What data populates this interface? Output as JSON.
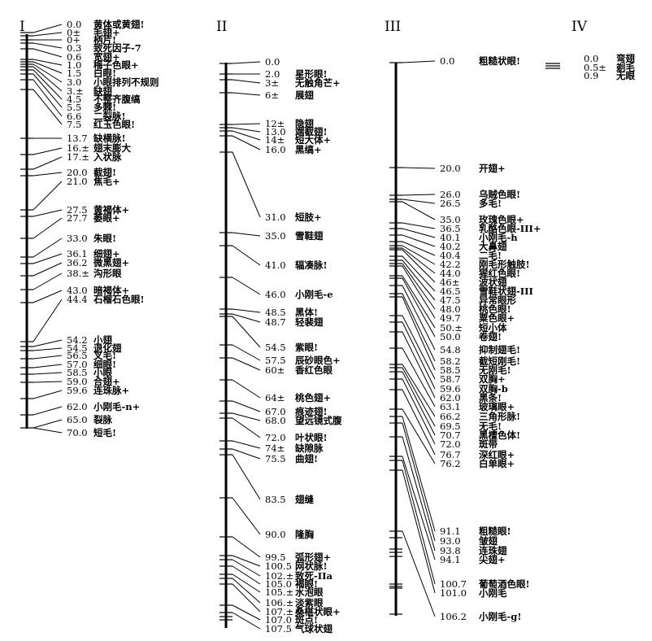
{
  "chromosomes": [
    {
      "numeral": "I",
      "loci": [
        {
          "pos": "0.0",
          "name": "黄体或黄翅!"
        },
        {
          "pos": "0±",
          "name": "毛翅+"
        },
        {
          "pos": "0+",
          "name": "柄片!"
        },
        {
          "pos": "0.3",
          "name": "致死因子-7"
        },
        {
          "pos": "0.6",
          "name": "宽翅+"
        },
        {
          "pos": "1.0",
          "name": "梅子色眼+"
        },
        {
          "pos": "1.5",
          "name": "白眼!"
        },
        {
          "pos": "3.0",
          "name": "小眼排列不规则"
        },
        {
          "pos": "3.±",
          "name": "缺翅"
        },
        {
          "pos": "4.5",
          "name": "不整齐腹缟"
        },
        {
          "pos": "5.5",
          "name": "多棘!"
        },
        {
          "pos": "6.6",
          "name": "二裂脉!"
        },
        {
          "pos": "7.5",
          "name": "红玉色眼!"
        },
        {
          "pos": "13.7",
          "name": "缺横脉!"
        },
        {
          "pos": "16.±",
          "name": "翅末膨大"
        },
        {
          "pos": "17.±",
          "name": "入状脉"
        },
        {
          "pos": "20.0",
          "name": "截翅!"
        },
        {
          "pos": "21.0",
          "name": "焦毛+"
        },
        {
          "pos": "27.5",
          "name": "黄褐体+"
        },
        {
          "pos": "27.7",
          "name": "萎眼+"
        },
        {
          "pos": "33.0",
          "name": "朱眼!"
        },
        {
          "pos": "36.1",
          "name": "细翅+"
        },
        {
          "pos": "36.2",
          "name": "微黑翅+"
        },
        {
          "pos": "38.±",
          "name": "沟形眼"
        },
        {
          "pos": "43.0",
          "name": "暗褐体+"
        },
        {
          "pos": "44.4",
          "name": "石榴石色眼!"
        },
        {
          "pos": "54.2",
          "name": "小翅"
        },
        {
          "pos": "54.5",
          "name": "退化翅"
        },
        {
          "pos": "56.5",
          "name": "叉毛!"
        },
        {
          "pos": "57.0",
          "name": "细眼!"
        },
        {
          "pos": "58.5",
          "name": "小眼"
        },
        {
          "pos": "59.0",
          "name": "合翅+"
        },
        {
          "pos": "59.6",
          "name": "连珠脉+"
        },
        {
          "pos": "62.0",
          "name": "小刚毛-n+"
        },
        {
          "pos": "65.0",
          "name": "裂脉"
        },
        {
          "pos": "70.0",
          "name": "短毛!"
        }
      ]
    },
    {
      "numeral": "II",
      "loci": [
        {
          "pos": "0.0",
          "name": ""
        },
        {
          "pos": "2.0",
          "name": "星形眼!"
        },
        {
          "pos": "3±",
          "name": "无触角芒+"
        },
        {
          "pos": "6±",
          "name": "展翅"
        },
        {
          "pos": "12±",
          "name": "隐翅"
        },
        {
          "pos": "13.0",
          "name": "端截翅!"
        },
        {
          "pos": "14±",
          "name": "短大体+"
        },
        {
          "pos": "16.0",
          "name": "黑缟+"
        },
        {
          "pos": "31.0",
          "name": "短肢+"
        },
        {
          "pos": "35.0",
          "name": "雪鞋翅"
        },
        {
          "pos": "41.0",
          "name": "辐凑脉!"
        },
        {
          "pos": "46.0",
          "name": "小刚毛-e"
        },
        {
          "pos": "48.5",
          "name": "黑体!"
        },
        {
          "pos": "48.7",
          "name": "轻裴翅"
        },
        {
          "pos": "54.5",
          "name": "紫眼!"
        },
        {
          "pos": "57.5",
          "name": "辰砂眼色+"
        },
        {
          "pos": "60±",
          "name": "香红色眼"
        },
        {
          "pos": "64±",
          "name": "桃色翅+"
        },
        {
          "pos": "67.0",
          "name": "痕迹翅!"
        },
        {
          "pos": "68.0",
          "name": "望远镜式腹"
        },
        {
          "pos": "72.0",
          "name": "叶状眼!"
        },
        {
          "pos": "74±",
          "name": "缺隙脉"
        },
        {
          "pos": "75.5",
          "name": "曲翅!"
        },
        {
          "pos": "83.5",
          "name": "翅缝"
        },
        {
          "pos": "90.0",
          "name": "隆胸"
        },
        {
          "pos": "99.5",
          "name": "弧形翅+"
        },
        {
          "pos": "100.5",
          "name": "网状脉!"
        },
        {
          "pos": "102.±",
          "name": "致死-IIa"
        },
        {
          "pos": "105.0",
          "name": "褐眼!"
        },
        {
          "pos": "105.±",
          "name": "水泡眼"
        },
        {
          "pos": "106.±",
          "name": "淡紫眼"
        },
        {
          "pos": "107.±",
          "name": "桑椹状眼+"
        },
        {
          "pos": "107.0",
          "name": "斑点!"
        },
        {
          "pos": "107.5",
          "name": "气球状翅"
        }
      ]
    },
    {
      "numeral": "III",
      "loci": [
        {
          "pos": "0.0",
          "name": "粗糙状眼!"
        },
        {
          "pos": "20.0",
          "name": "开翅+"
        },
        {
          "pos": "26.0",
          "name": "乌贼色眼!"
        },
        {
          "pos": "26.5",
          "name": "多毛!"
        },
        {
          "pos": "35.0",
          "name": "玫瑰色眼+"
        },
        {
          "pos": "36.5",
          "name": "乳酪色眼-III+"
        },
        {
          "pos": "40.1",
          "name": "小刚毛-h"
        },
        {
          "pos": "40.2",
          "name": "大鼻翅"
        },
        {
          "pos": "40.4",
          "name": "二毛!"
        },
        {
          "pos": "42.2",
          "name": "刚毛形触肢!"
        },
        {
          "pos": "44.0",
          "name": "猩红色眼!"
        },
        {
          "pos": "46±",
          "name": "波状翅"
        },
        {
          "pos": "46.5",
          "name": "雪鞋状翅-III"
        },
        {
          "pos": "47.5",
          "name": "异常眼形"
        },
        {
          "pos": "48.0",
          "name": "桃色眼!"
        },
        {
          "pos": "49.7",
          "name": "粟色眼+"
        },
        {
          "pos": "50.±",
          "name": "短小体"
        },
        {
          "pos": "50.0",
          "name": "卷翅!"
        },
        {
          "pos": "54.8",
          "name": "抑制翅毛!"
        },
        {
          "pos": "58.2",
          "name": "截短刚毛!"
        },
        {
          "pos": "58.5",
          "name": "无刚毛!"
        },
        {
          "pos": "58.7",
          "name": "双胸+"
        },
        {
          "pos": "59.6",
          "name": "双胸-b"
        },
        {
          "pos": "62.0",
          "name": "黑条!"
        },
        {
          "pos": "63.1",
          "name": "玻璃眼+"
        },
        {
          "pos": "66.2",
          "name": "三角形脉!"
        },
        {
          "pos": "69.5",
          "name": "无毛!"
        },
        {
          "pos": "70.7",
          "name": "黑檀色体!"
        },
        {
          "pos": "72.0",
          "name": "斑带"
        },
        {
          "pos": "76.7",
          "name": "深红眼+"
        },
        {
          "pos": "76.2",
          "name": "白单眼+"
        },
        {
          "pos": "91.1",
          "name": "粗糙眼!"
        },
        {
          "pos": "93.0",
          "name": "皱翅"
        },
        {
          "pos": "93.8",
          "name": "连珠翅"
        },
        {
          "pos": "94.1",
          "name": "尖翅+"
        },
        {
          "pos": "100.7",
          "name": "葡萄酒色眼!"
        },
        {
          "pos": "101.0",
          "name": "小刚毛"
        },
        {
          "pos": "106.2",
          "name": "小刚毛-g!"
        }
      ]
    },
    {
      "numeral": "IV",
      "loci": [
        {
          "pos": "0.0",
          "name": "弯翅"
        },
        {
          "pos": "0.5±",
          "name": "剃毛"
        },
        {
          "pos": "0.9",
          "name": "无眼"
        }
      ]
    }
  ]
}
